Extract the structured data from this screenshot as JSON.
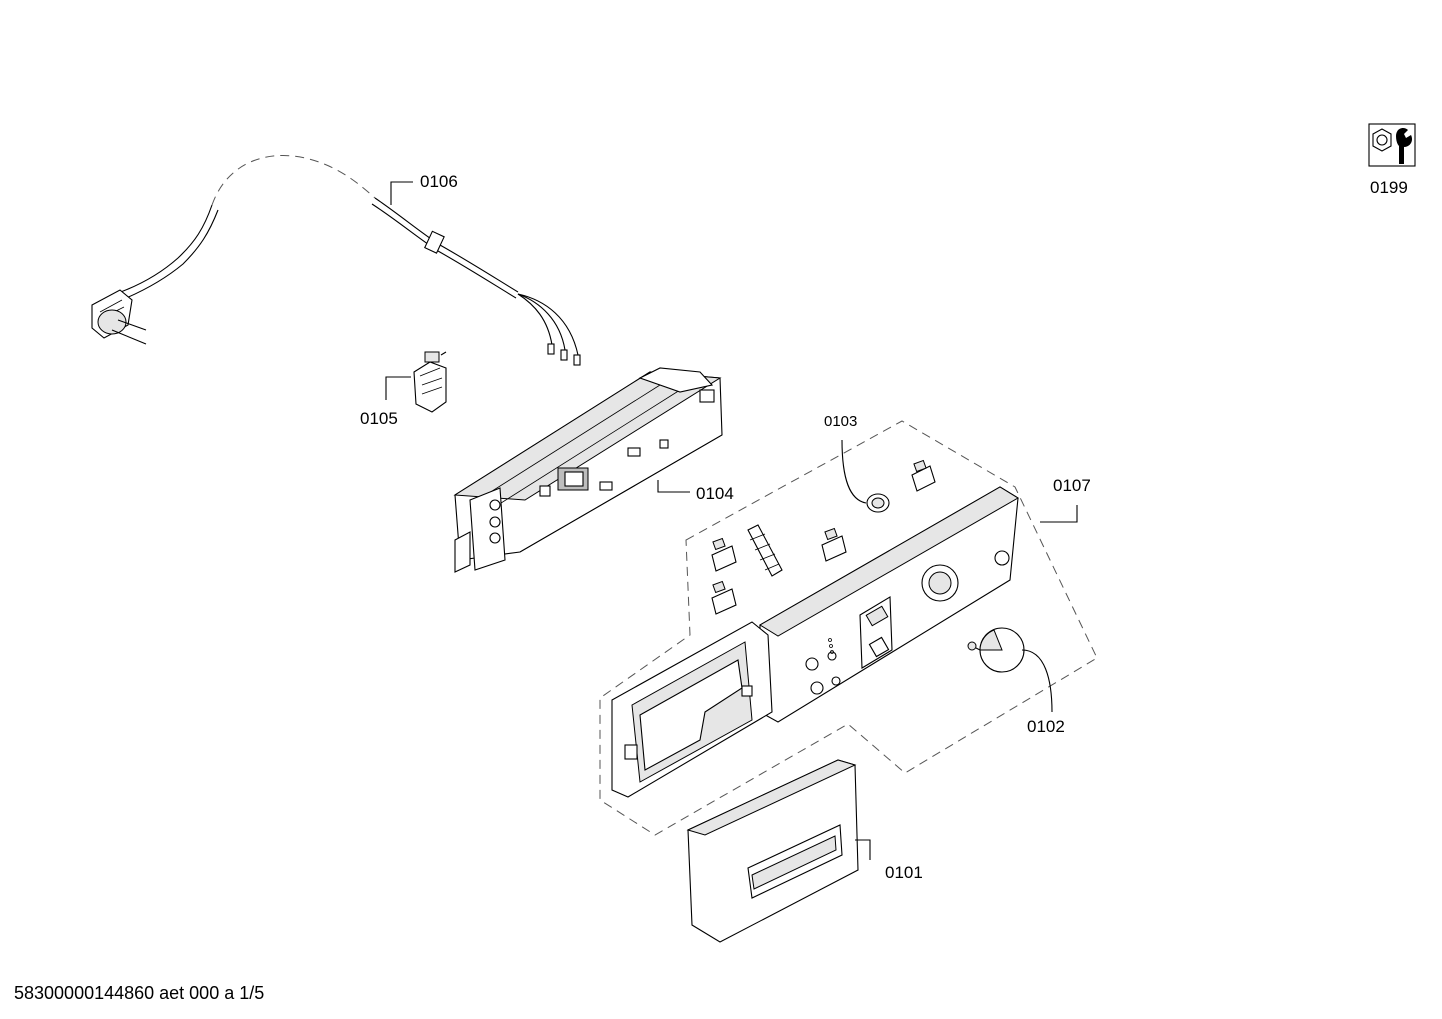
{
  "callouts": {
    "p0106": "0106",
    "p0105": "0105",
    "p0104": "0104",
    "p0103": "0103",
    "p0107": "0107",
    "p0102": "0102",
    "p0101": "0101",
    "p0199": "0199"
  },
  "icons": {
    "service_tool": "wrench-nut-icon"
  },
  "footer": {
    "doc_id": "58300000144860 aet 000 a 1/5"
  }
}
